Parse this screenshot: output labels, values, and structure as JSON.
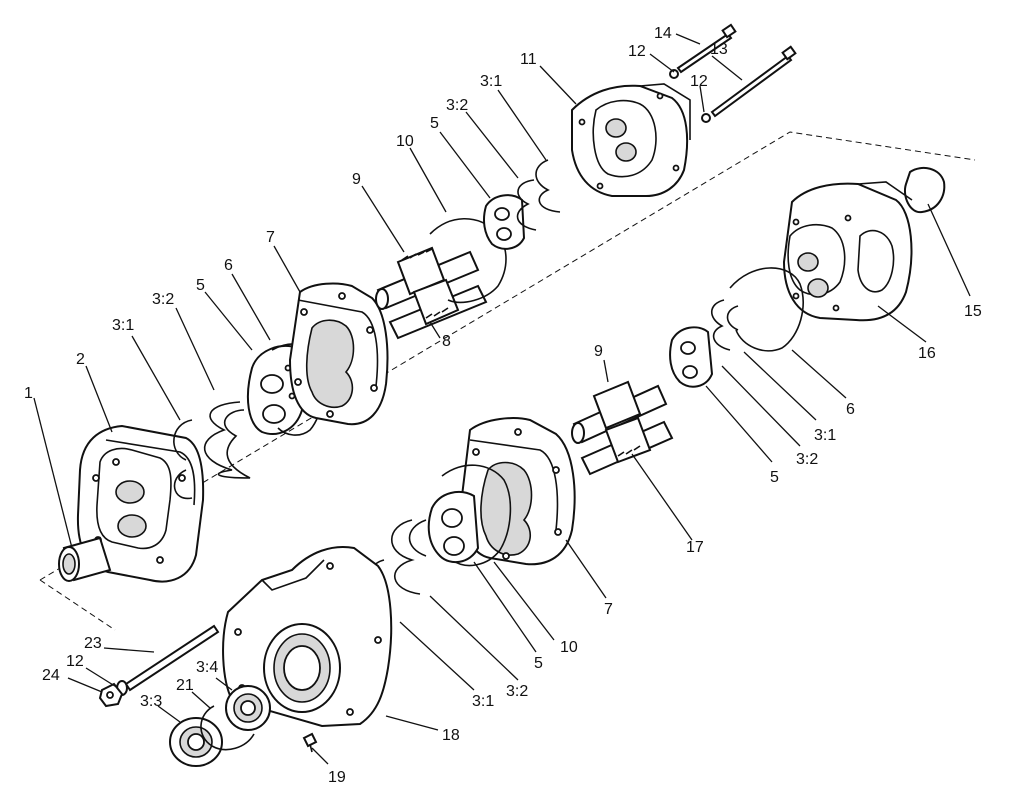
{
  "callouts": [
    {
      "id": "c-1",
      "text": "1"
    },
    {
      "id": "c-2",
      "text": "2"
    },
    {
      "id": "c-3-1-a",
      "text": "3:1"
    },
    {
      "id": "c-3-2-a",
      "text": "3:2"
    },
    {
      "id": "c-5-a",
      "text": "5"
    },
    {
      "id": "c-6-a",
      "text": "6"
    },
    {
      "id": "c-7-a",
      "text": "7"
    },
    {
      "id": "c-8",
      "text": "8"
    },
    {
      "id": "c-9-a",
      "text": "9"
    },
    {
      "id": "c-10-a",
      "text": "10"
    },
    {
      "id": "c-5-b",
      "text": "5"
    },
    {
      "id": "c-3-2-b",
      "text": "3:2"
    },
    {
      "id": "c-3-1-b",
      "text": "3:1"
    },
    {
      "id": "c-11",
      "text": "11"
    },
    {
      "id": "c-12-a",
      "text": "12"
    },
    {
      "id": "c-14",
      "text": "14"
    },
    {
      "id": "c-13",
      "text": "13"
    },
    {
      "id": "c-12-b",
      "text": "12"
    },
    {
      "id": "c-15",
      "text": "15"
    },
    {
      "id": "c-16",
      "text": "16"
    },
    {
      "id": "c-6-b",
      "text": "6"
    },
    {
      "id": "c-3-1-c",
      "text": "3:1"
    },
    {
      "id": "c-3-2-c",
      "text": "3:2"
    },
    {
      "id": "c-5-c",
      "text": "5"
    },
    {
      "id": "c-9-b",
      "text": "9"
    },
    {
      "id": "c-17",
      "text": "17"
    },
    {
      "id": "c-7-b",
      "text": "7"
    },
    {
      "id": "c-10-b",
      "text": "10"
    },
    {
      "id": "c-5-d",
      "text": "5"
    },
    {
      "id": "c-3-2-d",
      "text": "3:2"
    },
    {
      "id": "c-3-1-d",
      "text": "3:1"
    },
    {
      "id": "c-18",
      "text": "18"
    },
    {
      "id": "c-19",
      "text": "19"
    },
    {
      "id": "c-23",
      "text": "23"
    },
    {
      "id": "c-12-c",
      "text": "12"
    },
    {
      "id": "c-24",
      "text": "24"
    },
    {
      "id": "c-3-4",
      "text": "3:4"
    },
    {
      "id": "c-21",
      "text": "21"
    },
    {
      "id": "c-3-3",
      "text": "3:3"
    }
  ]
}
